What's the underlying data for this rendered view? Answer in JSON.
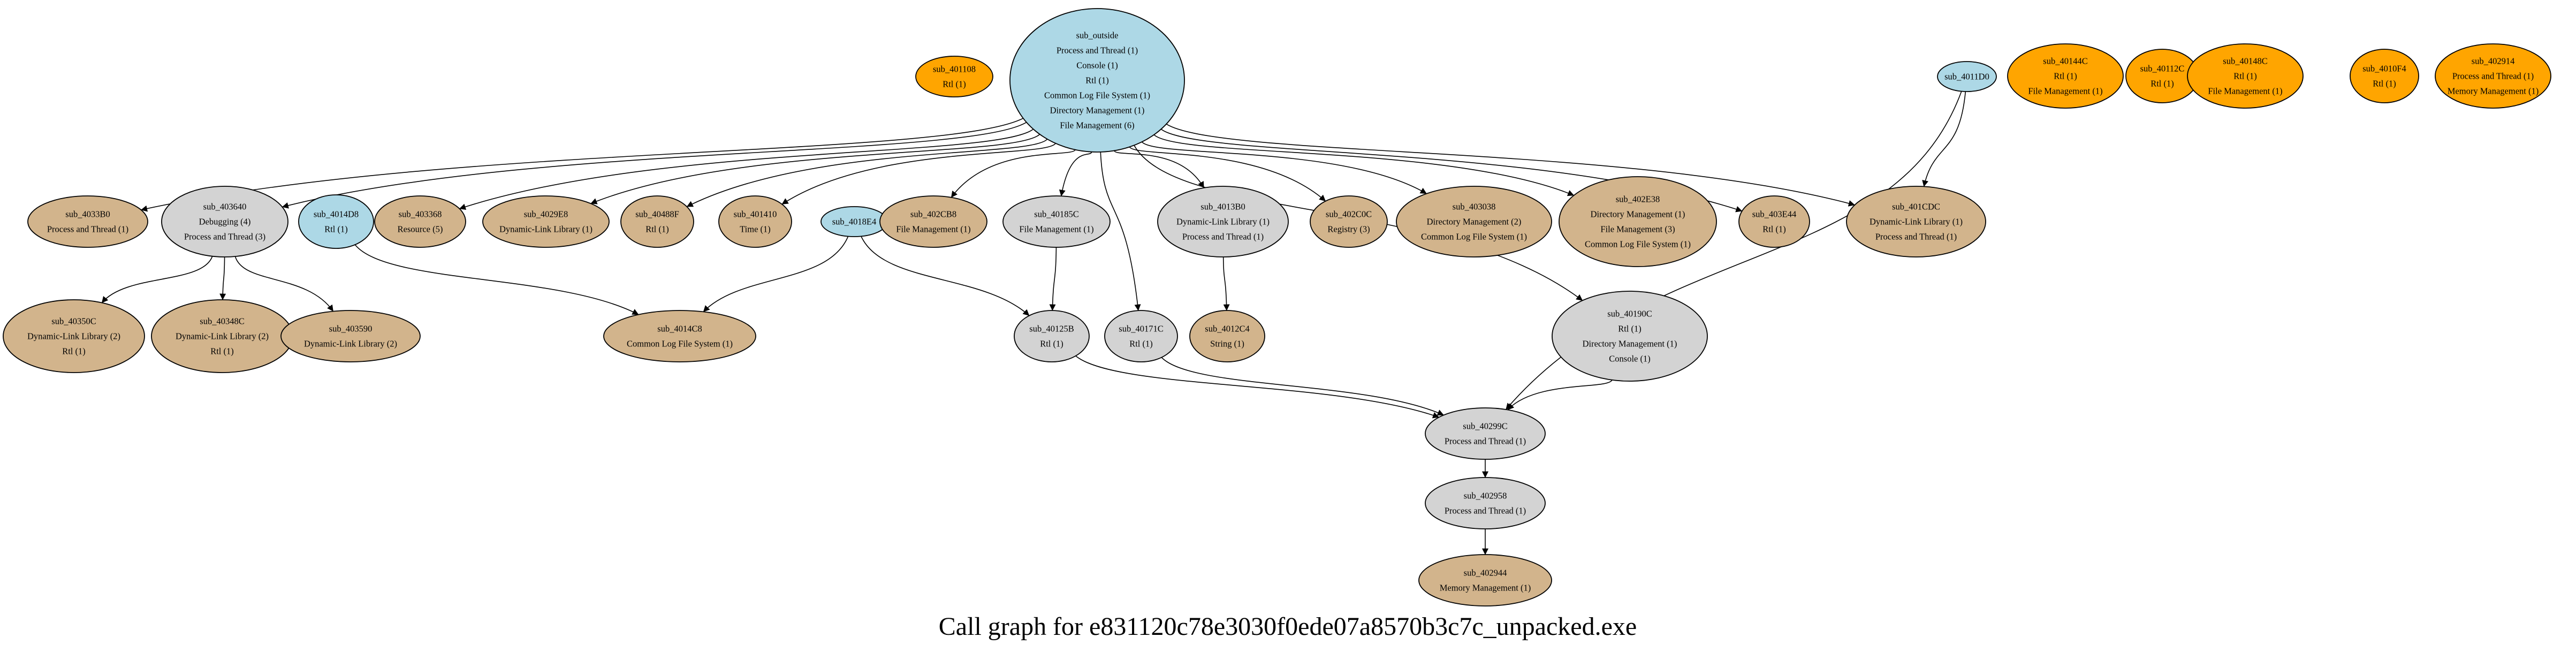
{
  "title": "Call graph for e831120c78e3030f0ede07a8570b3c7c_unpacked.exe",
  "colors": {
    "blue": "#ADD8E6",
    "gray": "#D3D3D3",
    "tan": "#D2B48C",
    "orange": "#FFA500",
    "stroke": "#000000"
  },
  "nodes": [
    {
      "id": "sub_outside",
      "color": "blue",
      "lines": [
        "sub_outside",
        "Process and Thread (1)",
        "Console (1)",
        "Rtl (1)",
        "Common Log File System (1)",
        "Directory Management (1)",
        "File Management (6)"
      ]
    },
    {
      "id": "sub_401108",
      "color": "orange",
      "lines": [
        "sub_401108",
        "Rtl (1)"
      ]
    },
    {
      "id": "sub_4011D0",
      "color": "blue",
      "lines": [
        "sub_4011D0"
      ]
    },
    {
      "id": "sub_40144C",
      "color": "orange",
      "lines": [
        "sub_40144C",
        "Rtl (1)",
        "File Management (1)"
      ]
    },
    {
      "id": "sub_40112C",
      "color": "orange",
      "lines": [
        "sub_40112C",
        "Rtl (1)"
      ]
    },
    {
      "id": "sub_40148C",
      "color": "orange",
      "lines": [
        "sub_40148C",
        "Rtl (1)",
        "File Management (1)"
      ]
    },
    {
      "id": "sub_4010F4",
      "color": "orange",
      "lines": [
        "sub_4010F4",
        "Rtl (1)"
      ]
    },
    {
      "id": "sub_402914",
      "color": "orange",
      "lines": [
        "sub_402914",
        "Process and Thread (1)",
        "Memory Management (1)"
      ]
    },
    {
      "id": "sub_4033B0",
      "color": "tan",
      "lines": [
        "sub_4033B0",
        "Process and Thread (1)"
      ]
    },
    {
      "id": "sub_403640",
      "color": "gray",
      "lines": [
        "sub_403640",
        "Debugging (4)",
        "Process and Thread (3)"
      ]
    },
    {
      "id": "sub_4014D8",
      "color": "blue",
      "lines": [
        "sub_4014D8",
        "Rtl (1)"
      ]
    },
    {
      "id": "sub_403368",
      "color": "tan",
      "lines": [
        "sub_403368",
        "Resource (5)"
      ]
    },
    {
      "id": "sub_4029E8",
      "color": "tan",
      "lines": [
        "sub_4029E8",
        "Dynamic-Link Library (1)"
      ]
    },
    {
      "id": "sub_40488F",
      "color": "tan",
      "lines": [
        "sub_40488F",
        "Rtl (1)"
      ]
    },
    {
      "id": "sub_401410",
      "color": "tan",
      "lines": [
        "sub_401410",
        "Time (1)"
      ]
    },
    {
      "id": "sub_4018E4",
      "color": "blue",
      "lines": [
        "sub_4018E4"
      ]
    },
    {
      "id": "sub_402CB8",
      "color": "tan",
      "lines": [
        "sub_402CB8",
        "File Management (1)"
      ]
    },
    {
      "id": "sub_40185C",
      "color": "gray",
      "lines": [
        "sub_40185C",
        "File Management (1)"
      ]
    },
    {
      "id": "sub_4013B0",
      "color": "gray",
      "lines": [
        "sub_4013B0",
        "Dynamic-Link Library (1)",
        "Process and Thread (1)"
      ]
    },
    {
      "id": "sub_402C0C",
      "color": "tan",
      "lines": [
        "sub_402C0C",
        "Registry (3)"
      ]
    },
    {
      "id": "sub_403038",
      "color": "tan",
      "lines": [
        "sub_403038",
        "Directory Management (2)",
        "Common Log File System (1)"
      ]
    },
    {
      "id": "sub_402E38",
      "color": "tan",
      "lines": [
        "sub_402E38",
        "Directory Management (1)",
        "File Management (3)",
        "Common Log File System (1)"
      ]
    },
    {
      "id": "sub_403E44",
      "color": "tan",
      "lines": [
        "sub_403E44",
        "Rtl (1)"
      ]
    },
    {
      "id": "sub_401CDC",
      "color": "tan",
      "lines": [
        "sub_401CDC",
        "Dynamic-Link Library (1)",
        "Process and Thread (1)"
      ]
    },
    {
      "id": "sub_40350C",
      "color": "tan",
      "lines": [
        "sub_40350C",
        "Dynamic-Link Library (2)",
        "Rtl (1)"
      ]
    },
    {
      "id": "sub_40348C",
      "color": "tan",
      "lines": [
        "sub_40348C",
        "Dynamic-Link Library (2)",
        "Rtl (1)"
      ]
    },
    {
      "id": "sub_403590",
      "color": "tan",
      "lines": [
        "sub_403590",
        "Dynamic-Link Library (2)"
      ]
    },
    {
      "id": "sub_4014C8",
      "color": "tan",
      "lines": [
        "sub_4014C8",
        "Common Log File System (1)"
      ]
    },
    {
      "id": "sub_40125B",
      "color": "gray",
      "lines": [
        "sub_40125B",
        "Rtl (1)"
      ]
    },
    {
      "id": "sub_40171C",
      "color": "gray",
      "lines": [
        "sub_40171C",
        "Rtl (1)"
      ]
    },
    {
      "id": "sub_4012C4",
      "color": "tan",
      "lines": [
        "sub_4012C4",
        "String (1)"
      ]
    },
    {
      "id": "sub_40190C",
      "color": "gray",
      "lines": [
        "sub_40190C",
        "Rtl (1)",
        "Directory Management (1)",
        "Console (1)"
      ]
    },
    {
      "id": "sub_40299C",
      "color": "gray",
      "lines": [
        "sub_40299C",
        "Process and Thread (1)"
      ]
    },
    {
      "id": "sub_402958",
      "color": "gray",
      "lines": [
        "sub_402958",
        "Process and Thread (1)"
      ]
    },
    {
      "id": "sub_402944",
      "color": "tan",
      "lines": [
        "sub_402944",
        "Memory Management (1)"
      ]
    }
  ],
  "edges": [
    [
      "sub_outside",
      "sub_4033B0"
    ],
    [
      "sub_outside",
      "sub_403640"
    ],
    [
      "sub_outside",
      "sub_403368"
    ],
    [
      "sub_outside",
      "sub_4029E8"
    ],
    [
      "sub_outside",
      "sub_40488F"
    ],
    [
      "sub_outside",
      "sub_401410"
    ],
    [
      "sub_outside",
      "sub_402CB8"
    ],
    [
      "sub_outside",
      "sub_40185C"
    ],
    [
      "sub_outside",
      "sub_40171C"
    ],
    [
      "sub_outside",
      "sub_4013B0"
    ],
    [
      "sub_outside",
      "sub_402C0C"
    ],
    [
      "sub_outside",
      "sub_403038"
    ],
    [
      "sub_outside",
      "sub_402E38"
    ],
    [
      "sub_outside",
      "sub_403E44"
    ],
    [
      "sub_outside",
      "sub_401CDC"
    ],
    [
      "sub_outside",
      "sub_40190C"
    ],
    [
      "sub_4011D0",
      "sub_401CDC"
    ],
    [
      "sub_4011D0",
      "sub_40299C"
    ],
    [
      "sub_403640",
      "sub_40350C"
    ],
    [
      "sub_403640",
      "sub_40348C"
    ],
    [
      "sub_403640",
      "sub_403590"
    ],
    [
      "sub_4014D8",
      "sub_4014C8"
    ],
    [
      "sub_4018E4",
      "sub_4014C8"
    ],
    [
      "sub_4018E4",
      "sub_40125B"
    ],
    [
      "sub_40185C",
      "sub_40125B"
    ],
    [
      "sub_4013B0",
      "sub_4012C4"
    ],
    [
      "sub_40125B",
      "sub_40299C"
    ],
    [
      "sub_40171C",
      "sub_40299C"
    ],
    [
      "sub_40190C",
      "sub_40299C"
    ],
    [
      "sub_40299C",
      "sub_402958"
    ],
    [
      "sub_402958",
      "sub_402944"
    ]
  ]
}
